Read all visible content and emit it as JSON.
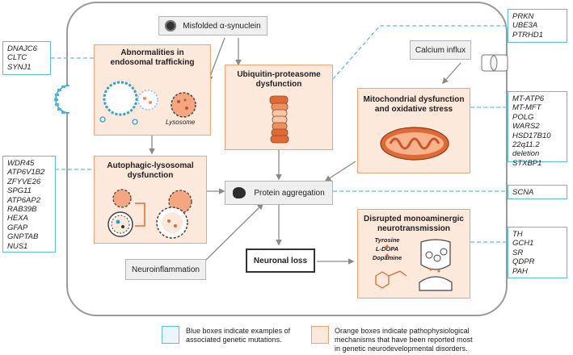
{
  "nodes": {
    "misfolded": "Misfolded α-synuclein",
    "calcium": "Calcium influx",
    "protein_aggregation": "Protein aggregation",
    "neuroinflammation": "Neuroinflammation",
    "neuronal_loss": "Neuronal loss"
  },
  "mechanisms": {
    "endosomal": [
      "Abnormalities in",
      "endosomal trafficking"
    ],
    "lysosome_label": "Lysosome",
    "ubiquitin": [
      "Ubiquitin-proteasome",
      "dysfunction"
    ],
    "mitochondrial": [
      "Mitochondrial dysfunction",
      "and oxidative stress"
    ],
    "autophagic": [
      "Autophagic-lysosomal",
      "dysfunction"
    ],
    "monoaminergic": [
      "Disrupted monoaminergic",
      "neurotransmission"
    ],
    "pathway": [
      "Tyrosine",
      "L-DOPA",
      "Dopamine"
    ]
  },
  "genes": {
    "endosomal": [
      "DNAJC6",
      "CLTC",
      "SYNJ1"
    ],
    "ubiquitin": [
      "PRKN",
      "UBE3A",
      "PTRHD1"
    ],
    "mitochondrial": [
      "MT-ATP6",
      "MT-MFT",
      "POLG",
      "WARS2",
      "HSD17B10",
      "22q11.2 deletion",
      "STXBP1"
    ],
    "autophagic": [
      "WDR45",
      "ATP6V1B2",
      "ZFYVE26",
      "SPG11",
      "ATP6AP2",
      "RAB39B",
      "HEXA",
      "GFAP",
      "GNPTAB",
      "NUS1"
    ],
    "aggregation": [
      "SCNA"
    ],
    "monoaminergic": [
      "TH",
      "GCH1",
      "SR",
      "QDPR",
      "PAH"
    ]
  },
  "legend": {
    "blue": [
      "Blue boxes indicate examples of",
      "associated genetic mutations."
    ],
    "orange": [
      "Orange boxes indicate pathophysiological",
      "mechanisms that have been reported most",
      "in genetic neurodevelopmental disorders."
    ]
  },
  "colors": {
    "blue_border": "#5bbfe0",
    "orange_fill": "#fde8dc",
    "orange_border": "#f0a27a",
    "gray_fill": "#efefef"
  }
}
